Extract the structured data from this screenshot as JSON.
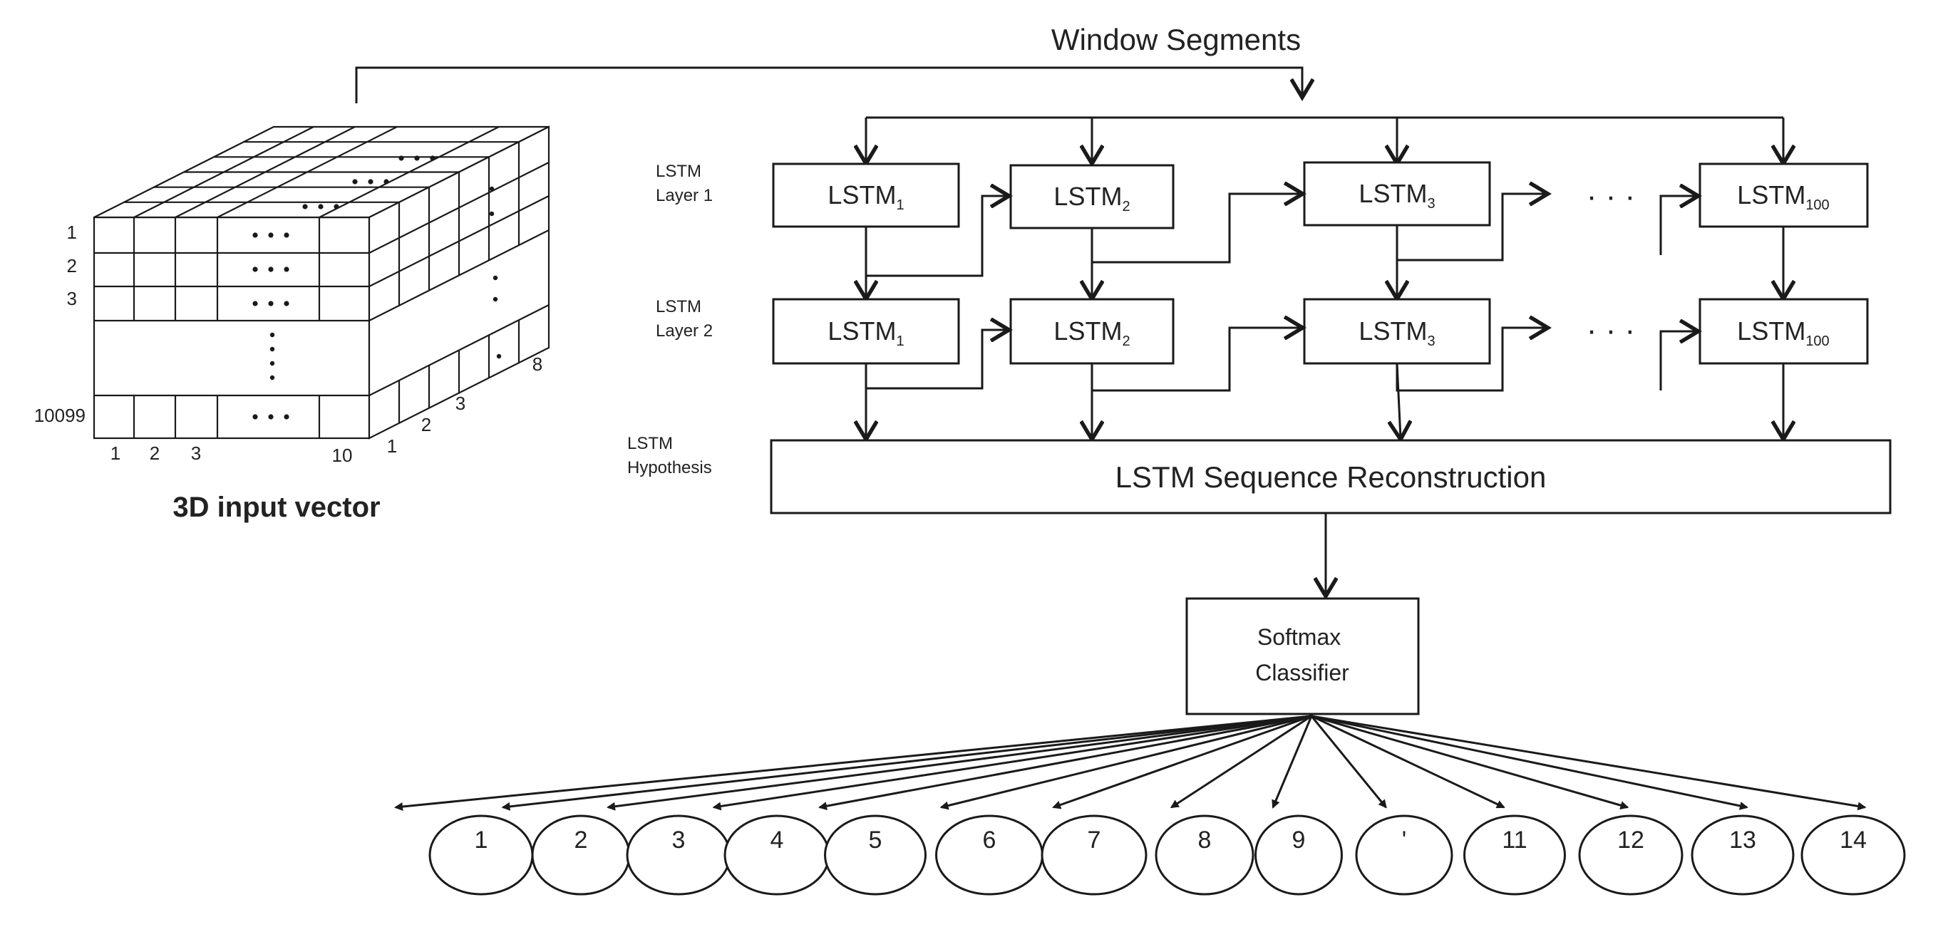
{
  "diagram": {
    "title": "Window Segments",
    "cube": {
      "caption": "3D input vector",
      "row_labels": [
        "1",
        "2",
        "3",
        "10099"
      ],
      "column_labels": [
        "1",
        "2",
        "3",
        "10"
      ],
      "depth_labels": [
        "1",
        "2",
        "3",
        "8"
      ]
    },
    "layer_labels": {
      "layer1": [
        "LSTM",
        "Layer 1"
      ],
      "layer2": [
        "LSTM",
        "Layer 2"
      ],
      "hypothesis": [
        "LSTM",
        "Hypothesis"
      ]
    },
    "lstm_cells": [
      {
        "base": "LSTM",
        "sub": "1"
      },
      {
        "base": "LSTM",
        "sub": "2"
      },
      {
        "base": "LSTM",
        "sub": "3"
      },
      {
        "base": "LSTM",
        "sub": "100"
      }
    ],
    "ellipsis": "· · ·",
    "reconstruction_label": "LSTM Sequence Reconstruction",
    "softmax_label": [
      "Softmax",
      "Classifier"
    ],
    "classes": [
      "1",
      "2",
      "3",
      "4",
      "5",
      "6",
      "7",
      "8",
      "9",
      "'",
      "11",
      "12",
      "13",
      "14"
    ],
    "colors": {
      "ink": "#1a1a1a",
      "text": "#222222",
      "background": "#ffffff"
    }
  }
}
